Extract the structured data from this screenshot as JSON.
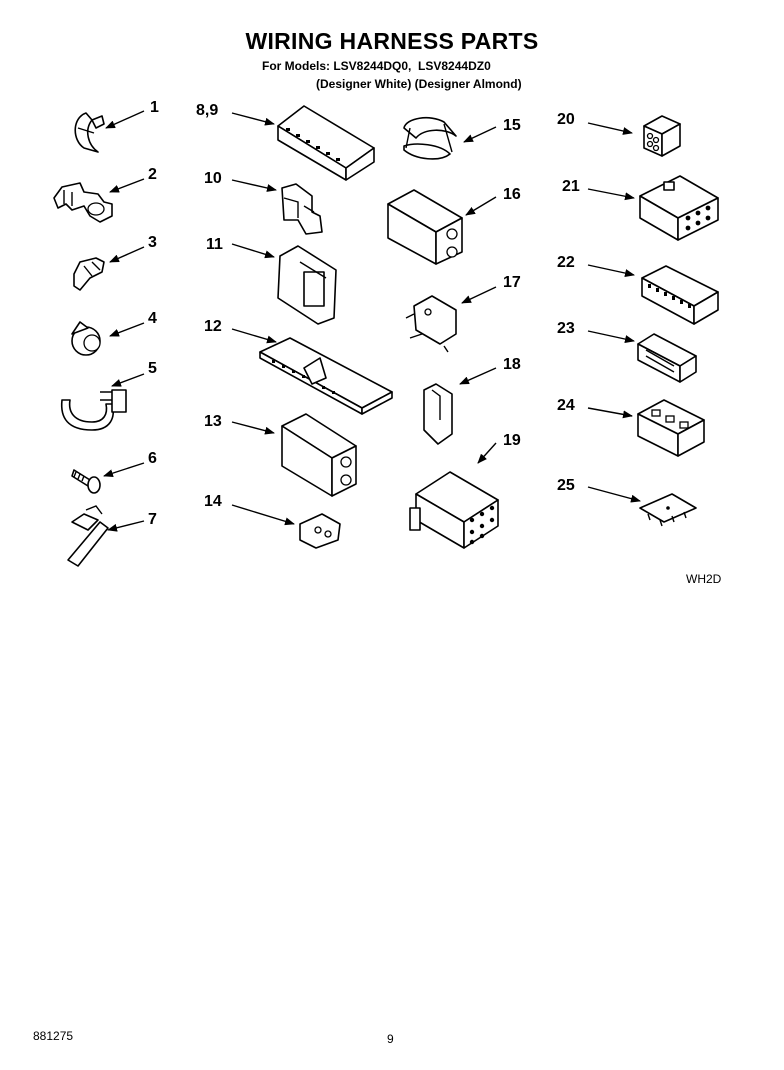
{
  "header": {
    "title": "WIRING HARNESS PARTS",
    "models": "For Models: LSV8244DQ0,  LSV8244DZ0",
    "colors": "(Designer White) (Designer Almond)"
  },
  "callouts": [
    "1",
    "2",
    "3",
    "4",
    "5",
    "6",
    "7",
    "8,9",
    "10",
    "11",
    "12",
    "13",
    "14",
    "15",
    "16",
    "17",
    "18",
    "19",
    "20",
    "21",
    "22",
    "23",
    "24",
    "25"
  ],
  "diagram_code": "WH2D",
  "footer": {
    "doc_number": "881275",
    "page_number": "9"
  }
}
